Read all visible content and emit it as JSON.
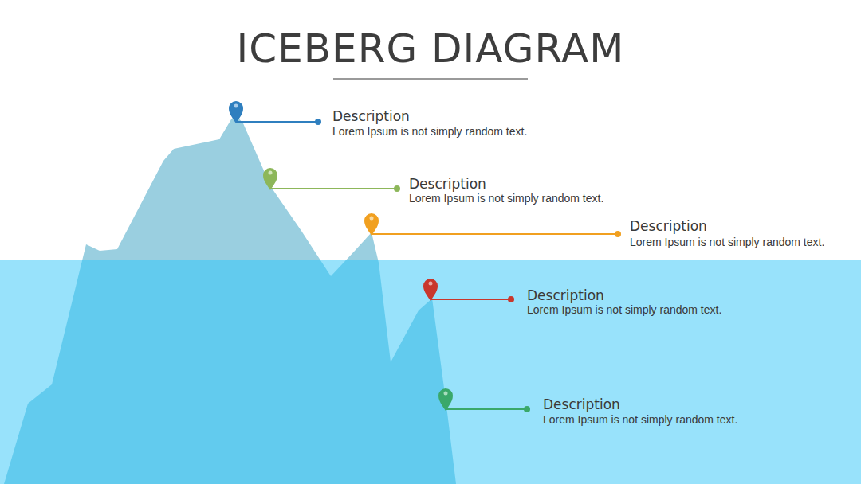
{
  "diagram": {
    "title": "ICEBERG DIAGRAM",
    "labels": [
      "Description",
      "Lorem Ipsum is not simply random text.",
      "Description",
      "Lorem Ipsum is not simply random text.",
      "Description",
      "Lorem Ipsum is not simply random text.",
      "Description",
      "Lorem Ipsum is not simply random text.",
      "Description",
      "Lorem Ipsum is not simply random text."
    ]
  }
}
